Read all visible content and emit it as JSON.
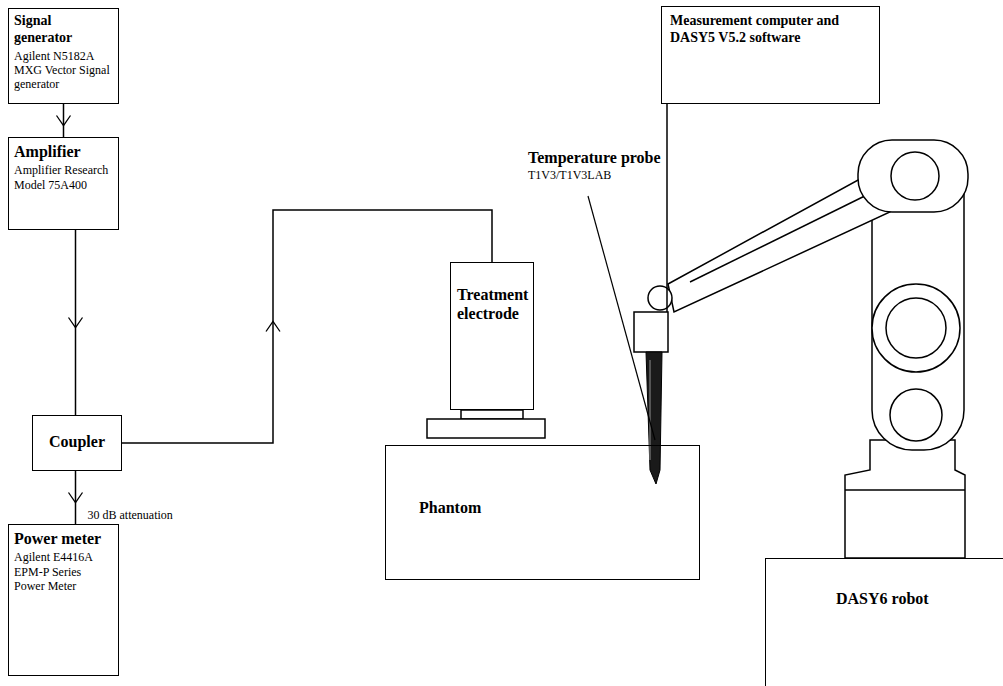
{
  "diagram": {
    "nodes": [
      {
        "text": [
          "Signal generator",
          "Agilent N5182A MXG Vector Signal generator"
        ]
      },
      {
        "text": [
          "Amplifier",
          "Amplifier Research Model 75A400"
        ]
      },
      {
        "text": [
          "Coupler"
        ]
      },
      {
        "text": [
          "Power meter",
          "Agilent E4416A EPM-P Series Power Meter"
        ]
      },
      {
        "text": [
          "Treatment electrode"
        ]
      },
      {
        "text": [
          "Phantom"
        ]
      },
      {
        "text": [
          "Measurement computer and DASY5 V5.2 software"
        ]
      },
      {
        "text": [
          "DASY6 robot"
        ]
      }
    ],
    "edges": [
      {
        "from": 0,
        "to": 1,
        "arrow": "to"
      },
      {
        "from": 1,
        "to": 2,
        "arrow": "to"
      },
      {
        "from": 2,
        "to": 3,
        "arrow": "to",
        "label": "30 dB attenuation"
      },
      {
        "from": 2,
        "to": 4,
        "arrow": "to"
      }
    ],
    "labels": [
      "Temperature probe",
      "T1V3/T1V3LAB"
    ]
  }
}
